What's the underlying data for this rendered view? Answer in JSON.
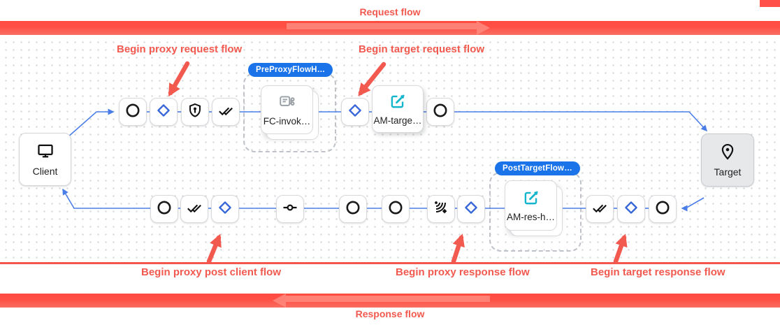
{
  "header": {
    "request_flow_label": "Request flow"
  },
  "footer": {
    "response_flow_label": "Response flow"
  },
  "canvas": {
    "client": {
      "label": "Client",
      "icon": "monitor-icon"
    },
    "target": {
      "label": "Target",
      "icon": "pin-icon"
    },
    "groups": {
      "pre_proxy": {
        "badge": "PreProxyFlowH…"
      },
      "post_target": {
        "badge": "PostTargetFlow…"
      }
    },
    "policies": {
      "fc_invoke": {
        "label": "FC-invok…",
        "icon": "flow-callout-icon"
      },
      "am_target": {
        "label": "AM-targe…",
        "icon": "edit-icon"
      },
      "am_response": {
        "label": "AM-res-h…",
        "icon": "edit-icon"
      }
    },
    "step_icons": [
      "circle-icon",
      "diamond-icon",
      "shield-icon",
      "double-check-icon",
      "commit-icon",
      "antenna-icon"
    ]
  },
  "annotations": {
    "begin_proxy_request": "Begin proxy request flow",
    "begin_target_request": "Begin target request flow",
    "begin_proxy_post_client": "Begin proxy post client flow",
    "begin_proxy_response": "Begin proxy response flow",
    "begin_target_response": "Begin target response flow"
  },
  "colors": {
    "annotation_red": "#f2594f",
    "band_red": "#ff4b40",
    "flow_line_blue": "#4a7de8",
    "badge_blue": "#1a73e8",
    "diamond_blue": "#3565d8",
    "edit_icon_teal": "#12b5cb"
  }
}
